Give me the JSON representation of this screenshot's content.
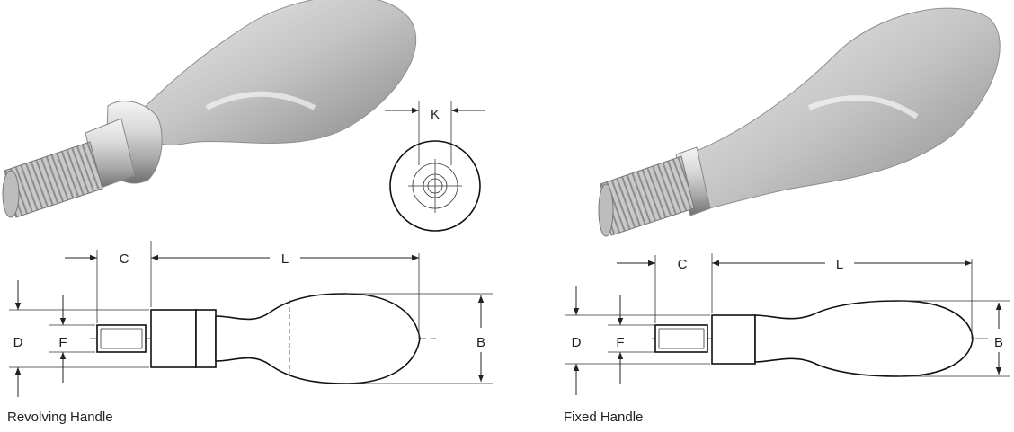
{
  "revolving": {
    "caption": "Revolving Handle",
    "labels": {
      "c": "C",
      "l": "L",
      "d": "D",
      "f": "F",
      "b": "B",
      "k": "K"
    }
  },
  "fixed": {
    "caption": "Fixed Handle",
    "labels": {
      "c": "C",
      "l": "L",
      "d": "D",
      "f": "F",
      "b": "B"
    }
  },
  "colors": {
    "metal_light": "#e6e6e6",
    "metal_mid": "#b5b5b5",
    "metal_dark": "#7a7a7a",
    "line": "#222222"
  }
}
